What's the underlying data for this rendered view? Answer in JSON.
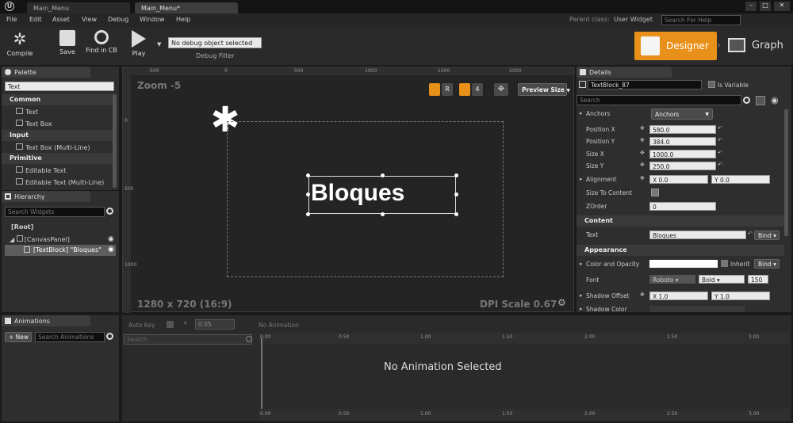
{
  "titlebar": {
    "tabs": [
      "Main_Menu",
      "Main_Menu*"
    ]
  },
  "menubar": {
    "items": [
      "File",
      "Edit",
      "Asset",
      "View",
      "Debug",
      "Window",
      "Help"
    ],
    "parent_class_label": "Parent class:",
    "parent_class_value": "User Widget",
    "search_placeholder": "Search For Help"
  },
  "toolbar": {
    "compile": "Compile",
    "save": "Save",
    "find": "Find in CB",
    "play": "Play",
    "debug_select": "No debug object selected",
    "debug_filter": "Debug Filter",
    "designer": "Designer",
    "graph": "Graph"
  },
  "palette": {
    "tab": "Palette",
    "search_value": "Text",
    "categories": [
      {
        "name": "Common",
        "items": [
          "Text",
          "Text Box"
        ]
      },
      {
        "name": "Input",
        "items": [
          "Text Box (Multi-Line)"
        ]
      },
      {
        "name": "Primitive",
        "items": [
          "Editable Text",
          "Editable Text (Multi-Line)"
        ]
      }
    ]
  },
  "hierarchy": {
    "tab": "Hierarchy",
    "search_placeholder": "Search Widgets",
    "items": [
      "[Root]",
      "[CanvasPanel]",
      "[TextBlock] \"Bloques\""
    ]
  },
  "viewport": {
    "zoom": "Zoom -5",
    "resolution": "1280 x 720 (16:9)",
    "dpi": "DPI Scale 0.67",
    "preview_size": "Preview Size",
    "r_label": "R",
    "grid_value": "4",
    "ruler_top": [
      "0",
      "500",
      "1000",
      "1500",
      "2000"
    ],
    "ruler_neg": "-500",
    "ruler_left": [
      "0",
      "500",
      "1000"
    ],
    "widget_text": "Bloques"
  },
  "details": {
    "tab": "Details",
    "name_value": "TextBlock_87",
    "is_variable": "Is Variable",
    "search_placeholder": "Search",
    "props": [
      {
        "label": "Anchors",
        "value": "Anchors"
      },
      {
        "label": "Position X",
        "value": "580.0"
      },
      {
        "label": "Position Y",
        "value": "384.0"
      },
      {
        "label": "Size X",
        "value": "1000.0"
      },
      {
        "label": "Size Y",
        "value": "250.0"
      },
      {
        "label": "Alignment",
        "x": "X  0.0",
        "y": "Y  0.0"
      },
      {
        "label": "Size To Content"
      },
      {
        "label": "ZOrder",
        "value": "0"
      }
    ],
    "content_header": "Content",
    "text_label": "Text",
    "text_value": "Bloques",
    "bind": "Bind",
    "appearance_header": "Appearance",
    "color_label": "Color and Opacity",
    "inherit": "Inherit",
    "font_label": "Font",
    "font_family": "Roboto",
    "font_style": "Bold",
    "font_size": "150",
    "shadow_offset_label": "Shadow Offset",
    "shadow_x": "X  1.0",
    "shadow_y": "Y  1.0",
    "shadow_color_label": "Shadow Color"
  },
  "animations": {
    "tab": "Animations",
    "new_button": "+ New",
    "search_placeholder": "Search Animations"
  },
  "timeline": {
    "auto_key": "Auto Key",
    "step": "0.05",
    "no_animation": "No Animation",
    "search_placeholder": "Search",
    "ticks": [
      "0.00",
      "0.50",
      "1.00",
      "1.50",
      "2.00",
      "2.50",
      "3.00"
    ],
    "empty_message": "No Animation Selected"
  },
  "colors": {
    "accent": "#e8901a",
    "canvas_bg": "#272727",
    "panel": "#2e2e2e"
  }
}
